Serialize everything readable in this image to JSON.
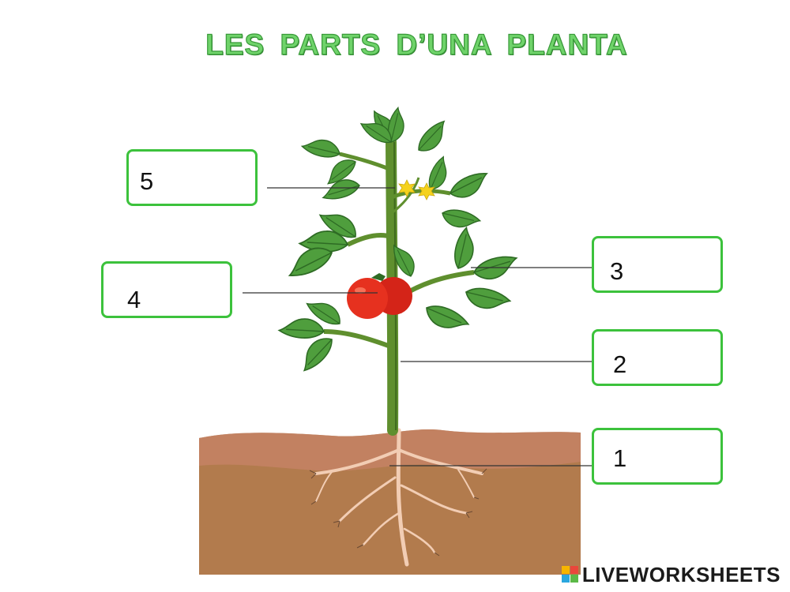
{
  "title": "LES  PARTS  D’UNA  PLANTA",
  "labels": [
    {
      "number": "5"
    },
    {
      "number": "4"
    },
    {
      "number": "3"
    },
    {
      "number": "2"
    },
    {
      "number": "1"
    }
  ],
  "brand": {
    "text": "LIVEWORKSHEETS",
    "icon": "liveworksheets-logo-icon"
  },
  "colors": {
    "title": "#6fd36a",
    "box_border": "#3cc23c",
    "soil": "#b07a4d",
    "leaf": "#4a9a3a",
    "tomato": "#e02a1e",
    "flower": "#f5d21c",
    "root": "#f0cbb0"
  }
}
